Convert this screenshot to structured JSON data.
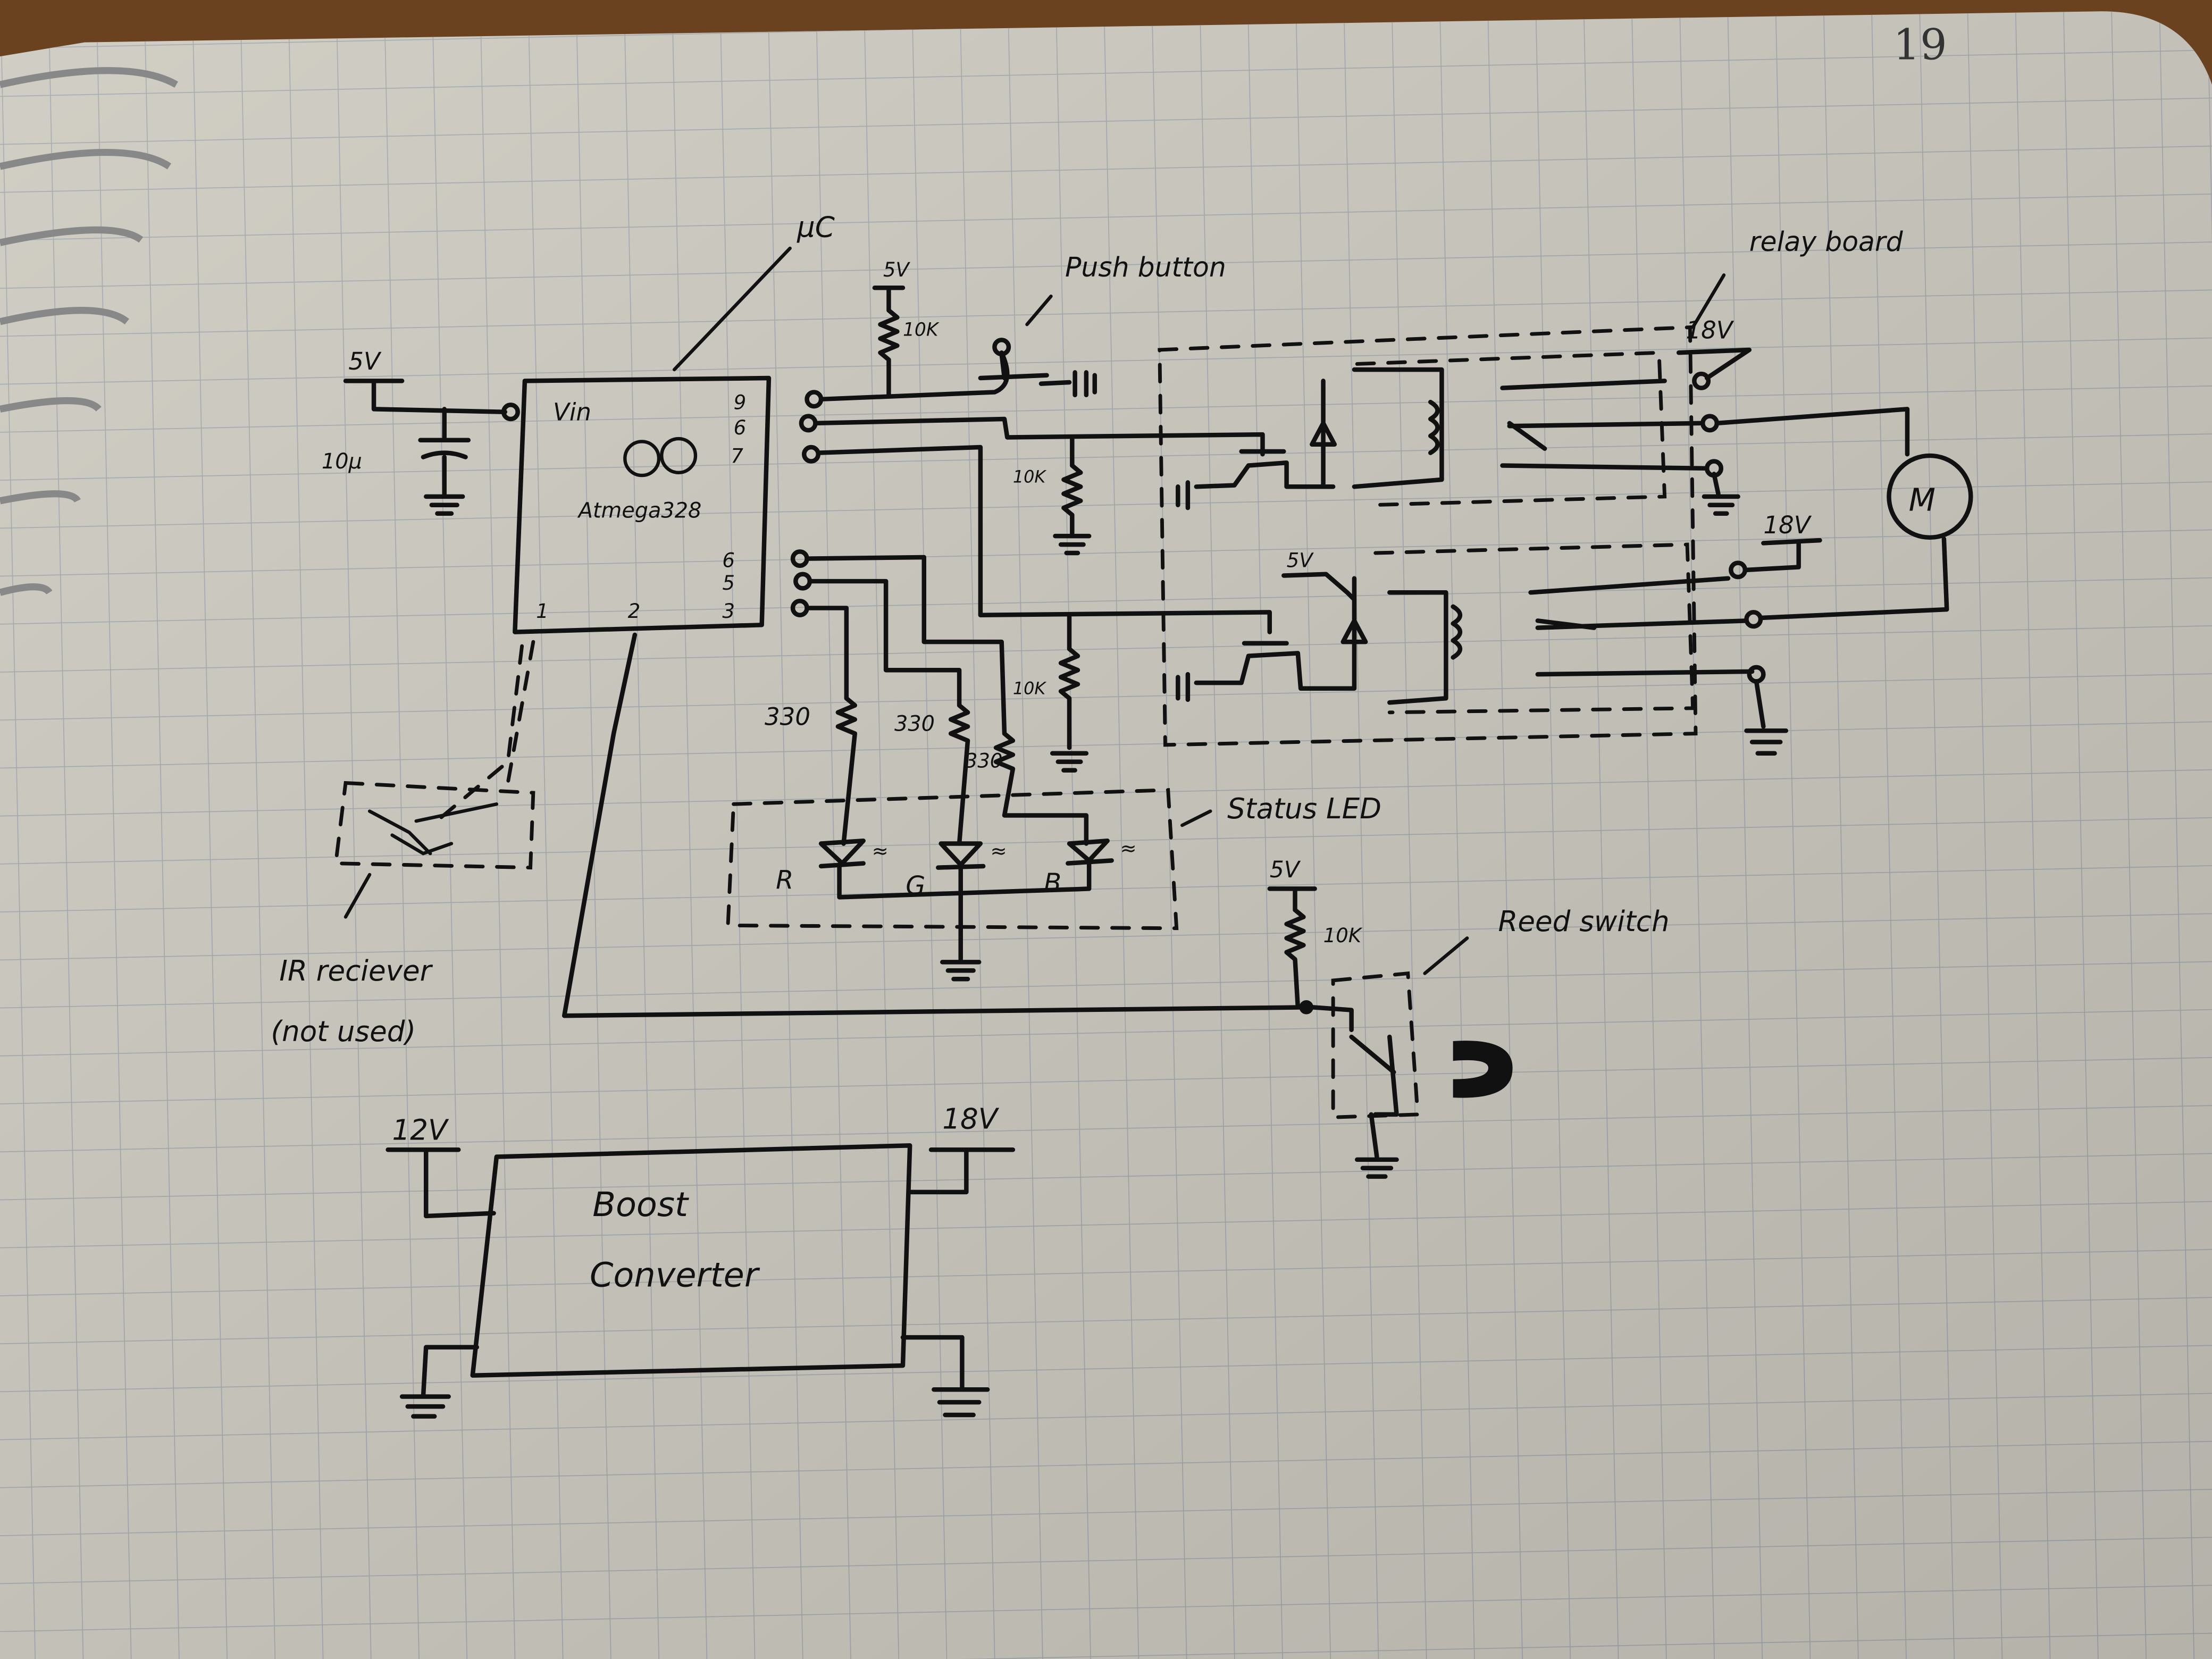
{
  "page_number": "19",
  "labels": {
    "mcu_callout": "µC",
    "vin": "Vin",
    "chip": "Atmega328",
    "pins": {
      "p9": "9",
      "p6a": "6",
      "p7": "7",
      "p6b": "6",
      "p5": "5",
      "p3": "3",
      "p1": "1",
      "p2": "2"
    },
    "supply_5v": "5V",
    "cap": "10µ",
    "pullup": "10K",
    "push_button": "Push button",
    "relay_board": "relay board",
    "supply_18v": "18V",
    "motor": "M",
    "r330": "330",
    "led_r": "R",
    "led_g": "G",
    "led_b": "B",
    "status_led": "Status LED",
    "reed_switch": "Reed switch",
    "ir_receiver_line1": "IR reciever",
    "ir_receiver_line2": "(not used)",
    "supply_12v": "12V",
    "boost_line1": "Boost",
    "boost_line2": "Converter"
  },
  "colors": {
    "paper": "#dcd9cf",
    "grid": "#b3b8bb",
    "ink": "#111111",
    "wood": "#6b4220"
  }
}
